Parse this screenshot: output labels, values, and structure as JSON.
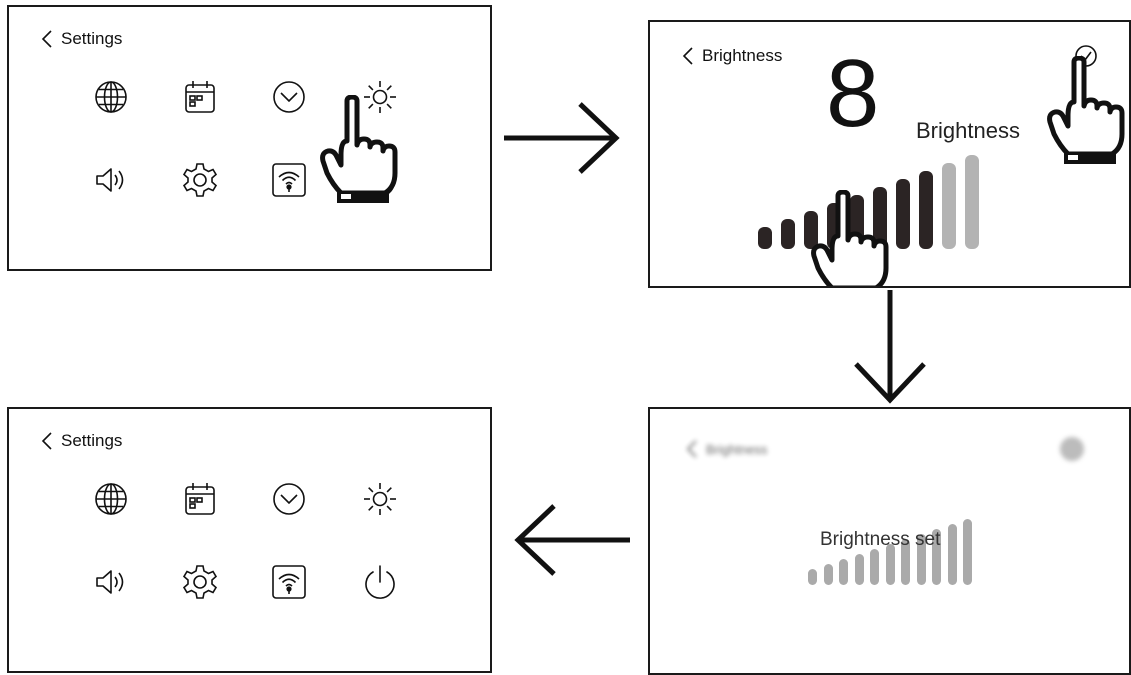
{
  "panel1": {
    "back_label": "Settings",
    "icons": [
      "globe-icon",
      "calendar-icon",
      "clock-icon",
      "brightness-icon",
      "speaker-icon",
      "gear-icon",
      "wifi-icon",
      "power-icon"
    ]
  },
  "panel2": {
    "back_label": "Brightness",
    "value": "8",
    "label": "Brightness",
    "level": 8,
    "total_bars": 10
  },
  "panel3": {
    "back_label": "Brightness",
    "message": "Brightness set",
    "total_bars": 11
  },
  "panel4": {
    "back_label": "Settings",
    "icons": [
      "globe-icon",
      "calendar-icon",
      "clock-icon",
      "brightness-icon",
      "speaker-icon",
      "gear-icon",
      "wifi-icon",
      "power-icon"
    ]
  },
  "colors": {
    "ink": "#1a1a1a",
    "bar_active": "#2b2424",
    "bar_inactive": "#b3b3b3",
    "bar_faded": "#aaaaaa"
  }
}
